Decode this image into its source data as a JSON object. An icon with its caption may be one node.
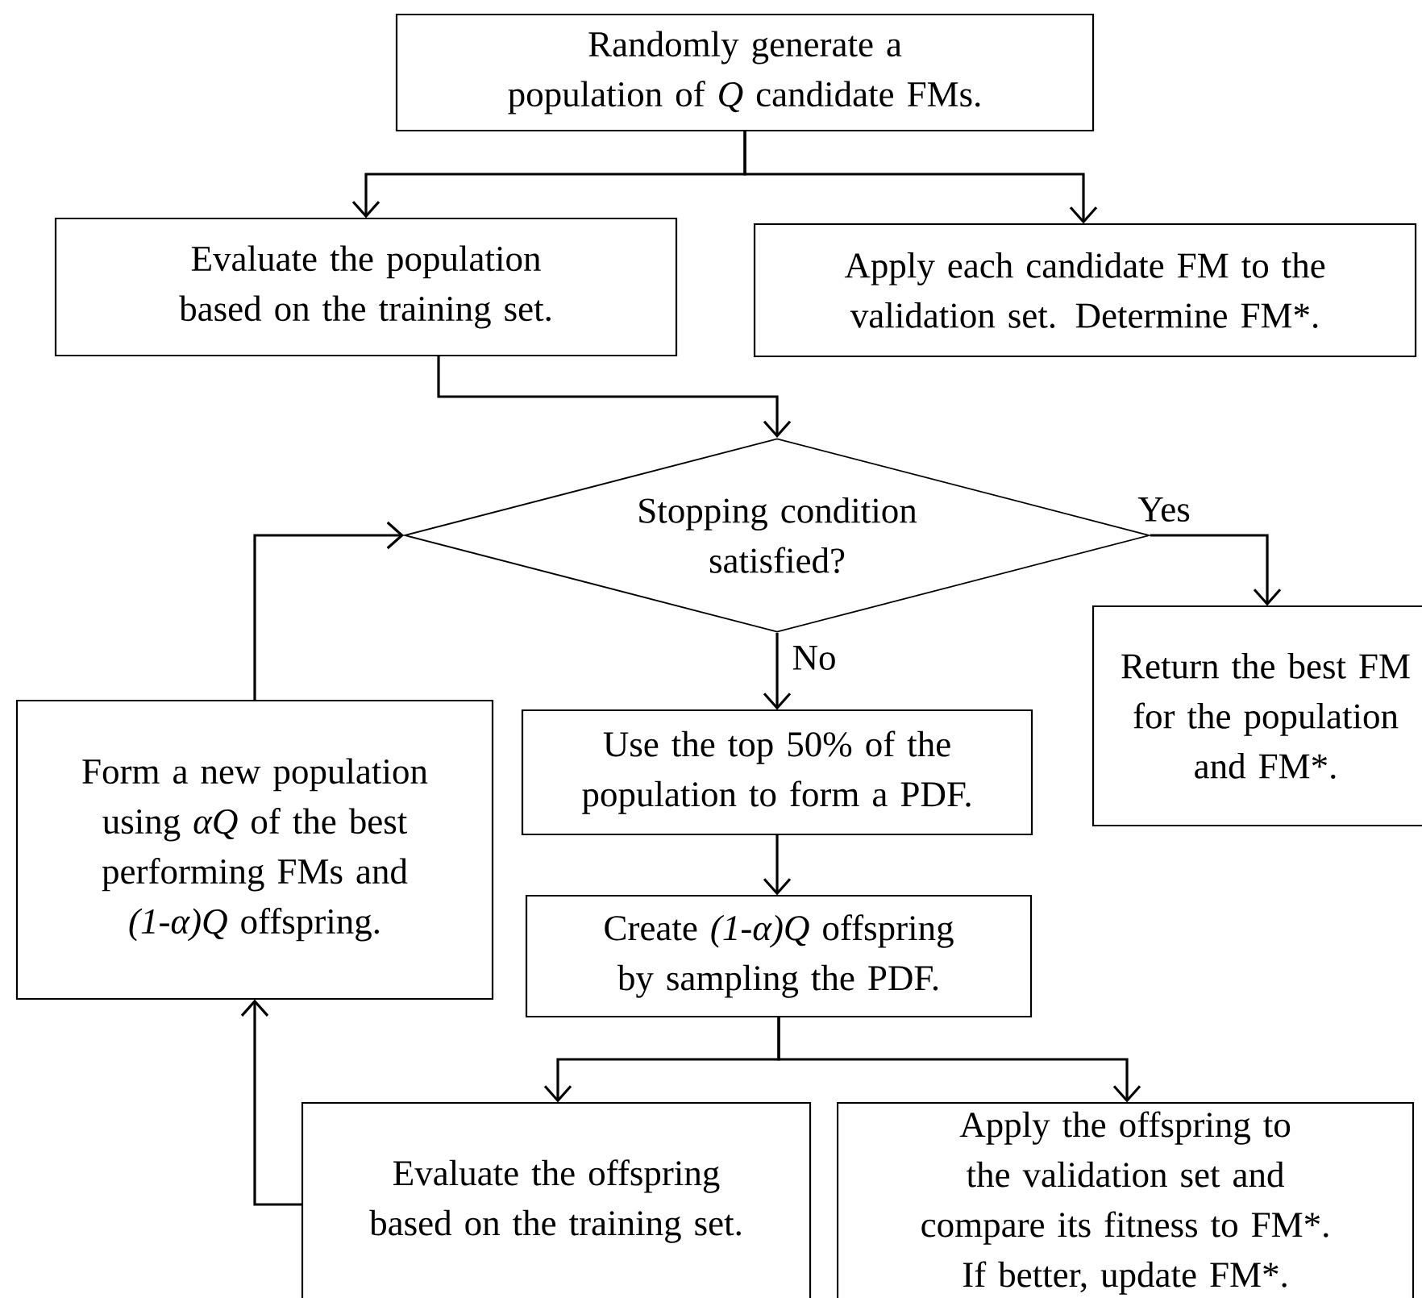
{
  "diagram": {
    "nodes": [
      {
        "text": [
          "Randomly generate a population of *Q* candidate FMs."
        ]
      },
      {
        "text": [
          "Evaluate the population based on the training set."
        ]
      },
      {
        "text": [
          "Apply each candidate FM to the validation set.  Determine FM*."
        ]
      },
      {
        "text": [
          "Stopping condition satisfied?"
        ]
      },
      {
        "text": [
          "Return the best FM for the population and FM*."
        ]
      },
      {
        "text": [
          "Form a new population using *αQ* of the best performing FMs and *(1-α)Q* offspring."
        ]
      },
      {
        "text": [
          "Use the top 50% of the population to form a PDF."
        ]
      },
      {
        "text": [
          "Create *(1-α)Q* offspring by sampling the PDF."
        ]
      },
      {
        "text": [
          "Evaluate the offspring based on the training set."
        ]
      },
      {
        "text": [
          "Apply the offspring to the validation set and compare its fitness to FM*. If better, update FM*."
        ]
      }
    ],
    "edges": [
      {
        "from": 0,
        "to": 1,
        "arrow": "to"
      },
      {
        "from": 0,
        "to": 2,
        "arrow": "to"
      },
      {
        "from": 1,
        "to": 3,
        "arrow": "to"
      },
      {
        "from": 3,
        "to": 4,
        "arrow": "to",
        "label": "Yes"
      },
      {
        "from": 3,
        "to": 6,
        "arrow": "to",
        "label": "No"
      },
      {
        "from": 6,
        "to": 7,
        "arrow": "to"
      },
      {
        "from": 7,
        "to": 8,
        "arrow": "to"
      },
      {
        "from": 7,
        "to": 9,
        "arrow": "to"
      },
      {
        "from": 8,
        "to": 5,
        "arrow": "to"
      },
      {
        "from": 5,
        "to": 3,
        "arrow": "to"
      }
    ]
  }
}
